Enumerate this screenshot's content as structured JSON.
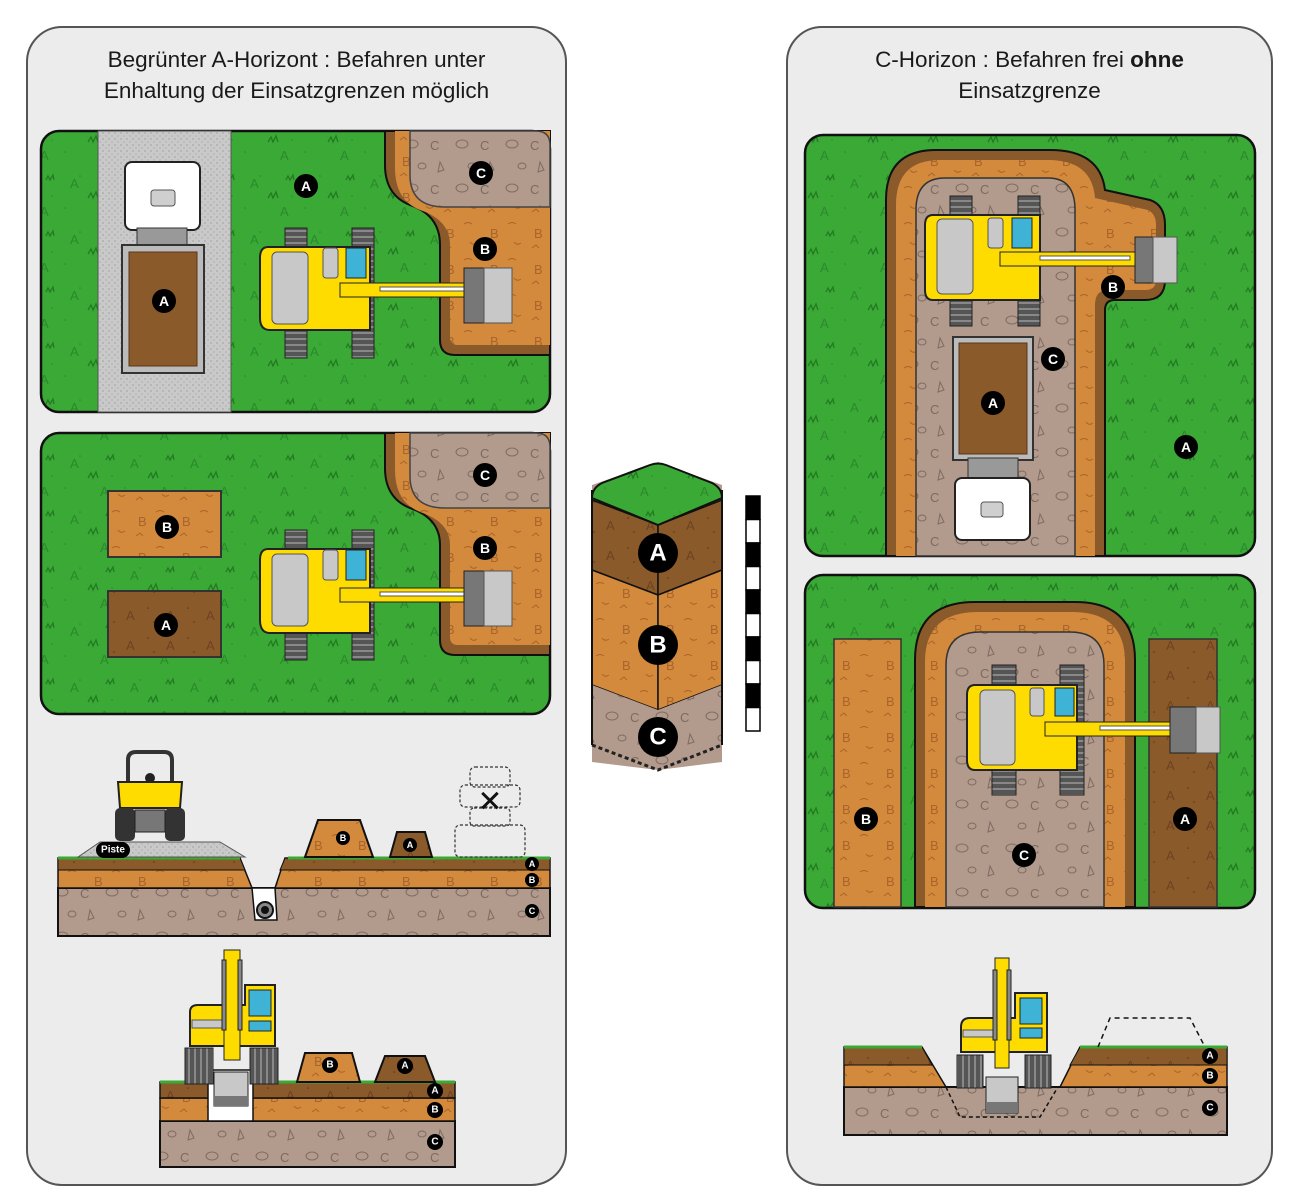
{
  "left_panel": {
    "title_line1": "Begrünter A-Horizont : Befahren unter",
    "title_line2": "Enhaltung der Einsatzgrenzen möglich",
    "scene1_labels": {
      "truck_load": "A",
      "grass": "A",
      "stripped_c": "C",
      "dig_b": "B"
    },
    "scene2_labels": {
      "pile_b": "B",
      "pile_a": "A",
      "stripped_c": "C",
      "dig_b": "B"
    },
    "section1": {
      "piste_label": "Piste",
      "pile_b": "B",
      "pile_a": "A",
      "layers": [
        "A",
        "B",
        "C"
      ],
      "forbidden_mark": "✕"
    },
    "section2": {
      "pile_b": "B",
      "pile_a": "A",
      "layers": [
        "A",
        "B",
        "C"
      ]
    }
  },
  "center_profile": {
    "layers": [
      "A",
      "B",
      "C"
    ],
    "scale_segments": 10
  },
  "right_panel": {
    "title_prefix": "C-Horizon : Befahren frei ",
    "title_bold": "ohne",
    "title_line2": "Einsatzgrenze",
    "scene1_labels": {
      "dig_b": "B",
      "trench_c": "C",
      "truck_load": "A",
      "grass": "A"
    },
    "scene2_labels": {
      "pile_b": "B",
      "pile_a": "A",
      "trench_c": "C"
    },
    "section": {
      "layers": [
        "A",
        "B",
        "C"
      ]
    }
  },
  "colors": {
    "panel_bg": "#ececec",
    "grass": "#3aa935",
    "horizon_a": "#8b5a2b",
    "horizon_b": "#d48a3c",
    "horizon_c": "#b29a8d",
    "machine_yellow": "#ffdc00",
    "road_gray": "#c8c8c8",
    "label_black": "#000000"
  }
}
